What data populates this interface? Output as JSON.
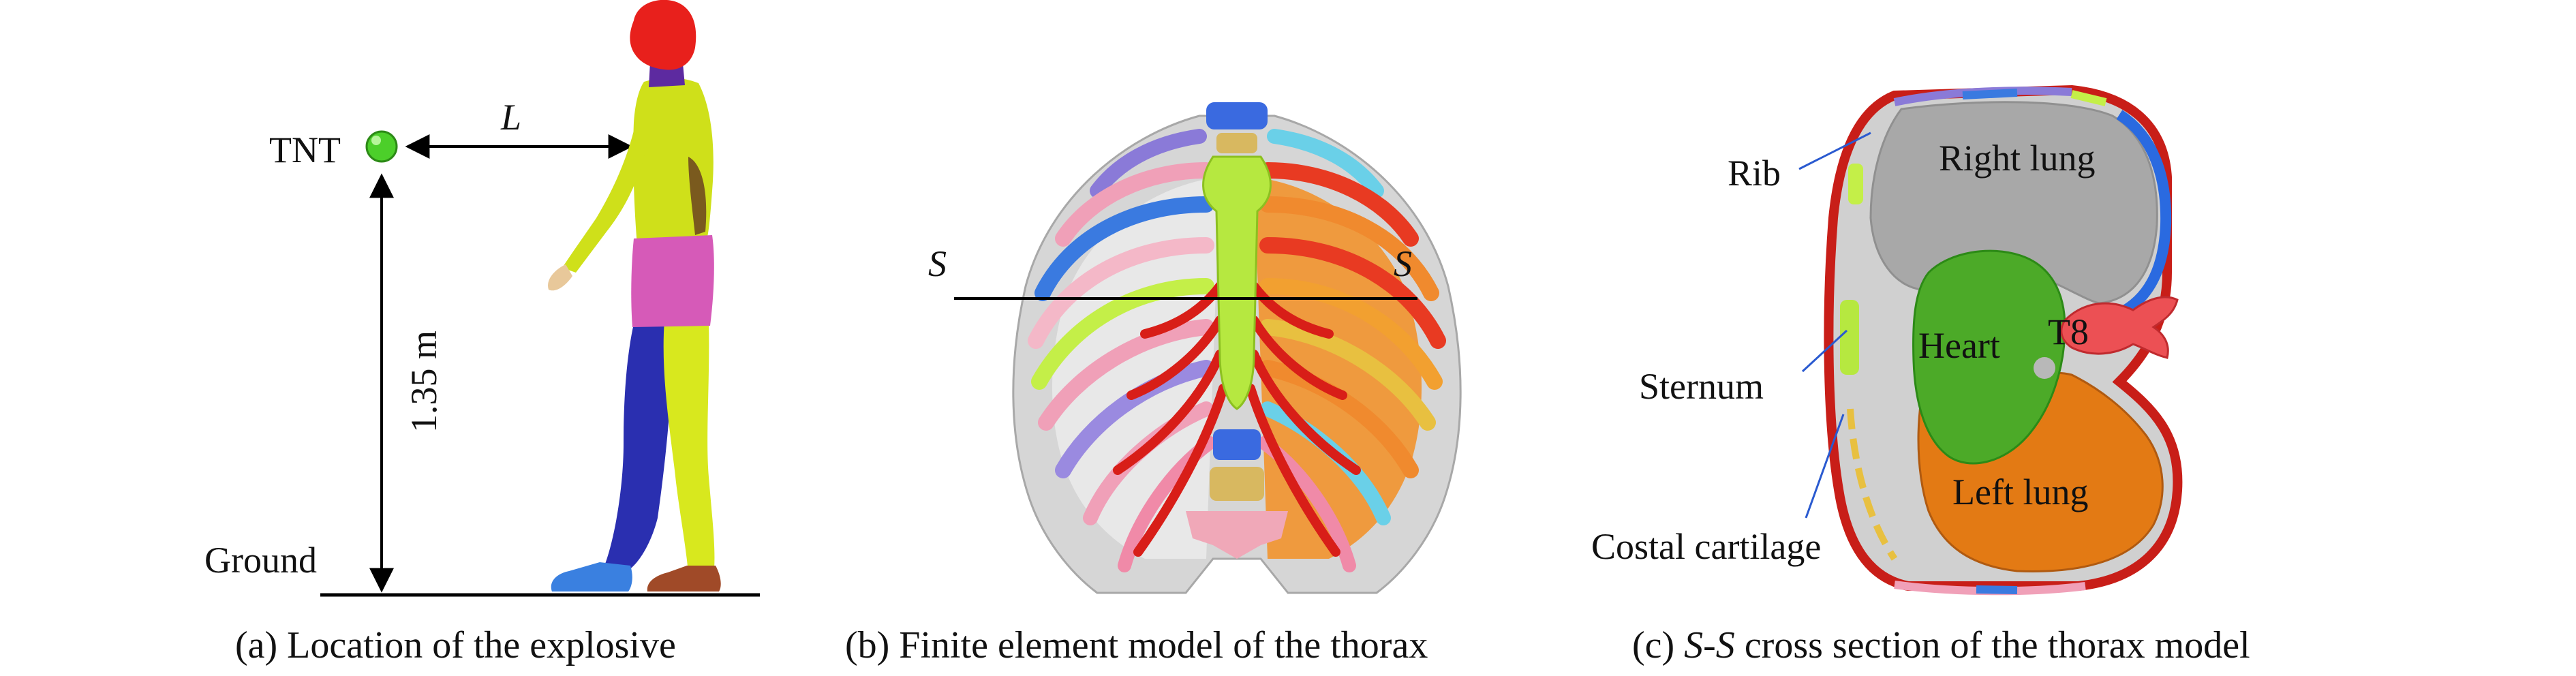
{
  "panel_a": {
    "tnt_label": "TNT",
    "distance_label": "L",
    "height_label": "1.35 m",
    "ground_label": "Ground",
    "caption": "(a) Location of the explosive"
  },
  "panel_b": {
    "section_label_left": "S",
    "section_label_right": "S",
    "caption": "(b) Finite element model of the thorax"
  },
  "panel_c": {
    "rib_label": "Rib",
    "right_lung_label": "Right lung",
    "heart_label": "Heart",
    "t8_label": "T8",
    "sternum_label": "Sternum",
    "left_lung_label": "Left lung",
    "costal_cartilage_label": "Costal cartilage",
    "caption_italic": "S-S",
    "caption_rest": " cross section of the thorax model",
    "caption_prefix": "(c) "
  }
}
